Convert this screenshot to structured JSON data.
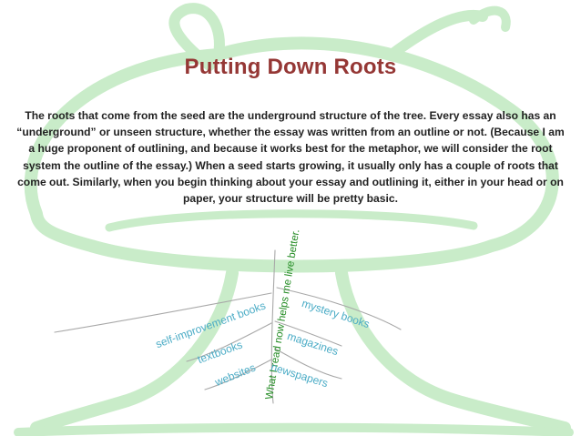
{
  "slide": {
    "title": "Putting Down Roots",
    "body": "The roots that come from the seed are the underground structure of the tree.  Every essay also has an “underground” or unseen structure, whether the essay was written from an outline or not. (Because I am a huge proponent of outlining, and because it works best for the metaphor, we will consider the root system the outline of the essay.) When a seed starts growing, it usually only has a couple of roots that come out.  Similarly, when you begin thinking about your essay and outlining it, either in your head or on paper, your structure will be pretty basic."
  },
  "diagram": {
    "stem_label": "What I read now helps me live better.",
    "roots": {
      "self_improvement": "self-improvement books",
      "textbooks": "textbooks",
      "websites": "websites",
      "mystery": "mystery books",
      "magazines": "magazines",
      "newspapers": "newspapers"
    }
  },
  "colors": {
    "title": "#953735",
    "body_text": "#222222",
    "root_labels": "#4bacc6",
    "stem_label": "#228b22",
    "root_lines": "#a8a8a8",
    "background_tree": "#c6eac6"
  }
}
